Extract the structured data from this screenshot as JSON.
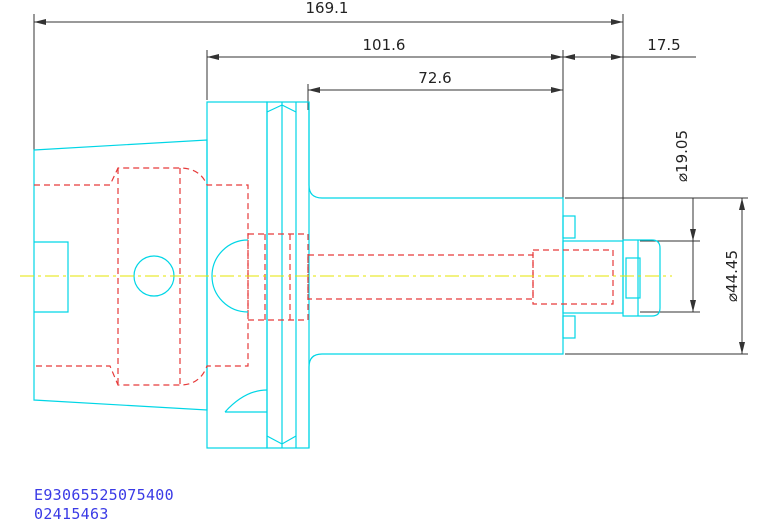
{
  "dimensions": {
    "overall_length": "169.1",
    "flange_to_tip": "101.6",
    "body_length": "72.6",
    "tip_length": "17.5",
    "bore_diameter": "⌀19.05",
    "body_diameter": "⌀44.45"
  },
  "caption": {
    "line1": "E93065525075400",
    "line2": "02415463"
  },
  "colors": {
    "outline": "#00d6e6",
    "hidden": "#e63a3a",
    "centerline": "#e6e600",
    "caption": "#3a3ae6"
  }
}
